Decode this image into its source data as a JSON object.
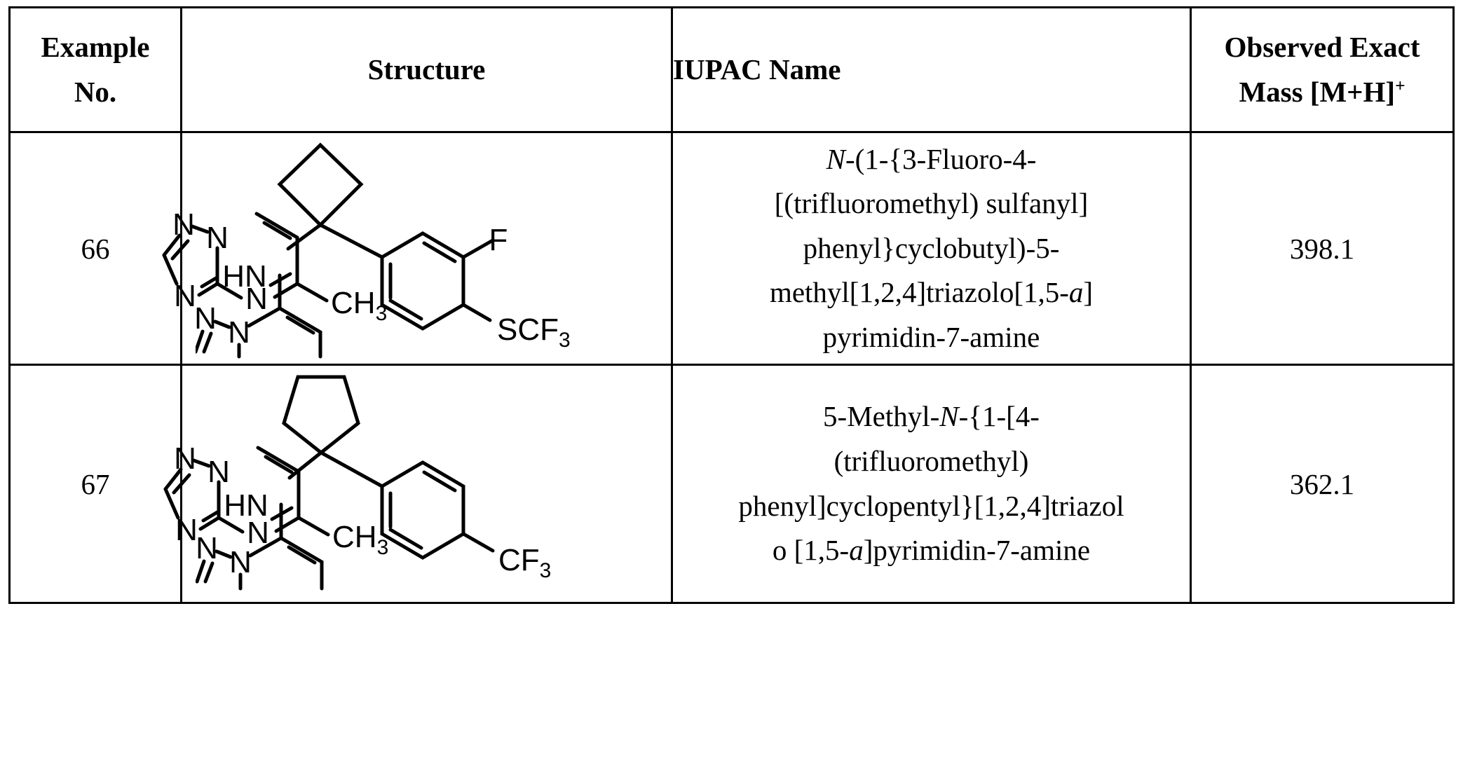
{
  "table": {
    "headers": {
      "example_no": [
        "Example",
        "No."
      ],
      "structure": "Structure",
      "iupac_name": "IUPAC Name",
      "observed_mass": [
        "Observed Exact",
        "Mass [M+H]"
      ],
      "observed_mass_superscript": "+"
    },
    "rows": [
      {
        "example_no": "66",
        "iupac_name_lines": [
          [
            {
              "t": "N",
              "style": "italic"
            },
            {
              "t": "-(1-{3-Fluoro-4-",
              "style": "normal"
            }
          ],
          [
            {
              "t": "[(trifluoromethyl) sulfanyl]",
              "style": "normal"
            }
          ],
          [
            {
              "t": "phenyl}cyclobutyl)-5-",
              "style": "normal"
            }
          ],
          [
            {
              "t": "methyl[1,2,4]triazolo[1,5-",
              "style": "normal"
            },
            {
              "t": "a",
              "style": "italic"
            },
            {
              "t": "]",
              "style": "normal"
            }
          ],
          [
            {
              "t": "pyrimidin-7-amine",
              "style": "normal"
            }
          ]
        ],
        "iupac_name_plain": "N-(1-{3-Fluoro-4-[(trifluoromethyl) sulfanyl] phenyl}cyclobutyl)-5-methyl[1,2,4]triazolo[1,5-a]pyrimidin-7-amine",
        "observed_mass": "398.1",
        "structure": {
          "name": "triazolopyrimidine-cyclobutyl-fluoro-scf3-phenyl",
          "labels": {
            "hn": "HN",
            "n_triazole_top": "N",
            "n_bridgehead": "N",
            "n_triazole_bottom": "N",
            "n_pyrimidine": "N",
            "methyl": "CH",
            "methyl_sub": "3",
            "fluoro": "F",
            "sulfanyl": "SCF",
            "sulfanyl_sub": "3"
          },
          "ring": "cyclobutyl"
        }
      },
      {
        "example_no": "67",
        "iupac_name_lines": [
          [
            {
              "t": "5-Methyl-",
              "style": "normal"
            },
            {
              "t": "N",
              "style": "italic"
            },
            {
              "t": "-{1-[4-",
              "style": "normal"
            }
          ],
          [
            {
              "t": "(trifluoromethyl)",
              "style": "normal"
            }
          ],
          [
            {
              "t": "phenyl]cyclopentyl}[1,2,4]triazol",
              "style": "normal"
            }
          ],
          [
            {
              "t": "o [1,5-",
              "style": "normal"
            },
            {
              "t": "a",
              "style": "italic"
            },
            {
              "t": "]pyrimidin-7-amine",
              "style": "normal"
            }
          ]
        ],
        "iupac_name_plain": "5-Methyl-N-{1-[4-(trifluoromethyl)phenyl]cyclopentyl}[1,2,4]triazolo [1,5-a]pyrimidin-7-amine",
        "observed_mass": "362.1",
        "structure": {
          "name": "triazolopyrimidine-cyclopentyl-cf3-phenyl",
          "labels": {
            "hn": "HN",
            "n_triazole_top": "N",
            "n_bridgehead": "N",
            "n_triazole_bottom": "N",
            "n_pyrimidine": "N",
            "methyl": "CH",
            "methyl_sub": "3",
            "trifluoromethyl": "CF",
            "trifluoromethyl_sub": "3"
          },
          "ring": "cyclopentyl"
        }
      }
    ]
  },
  "colors": {
    "ink": "#000000",
    "paper": "#ffffff"
  }
}
